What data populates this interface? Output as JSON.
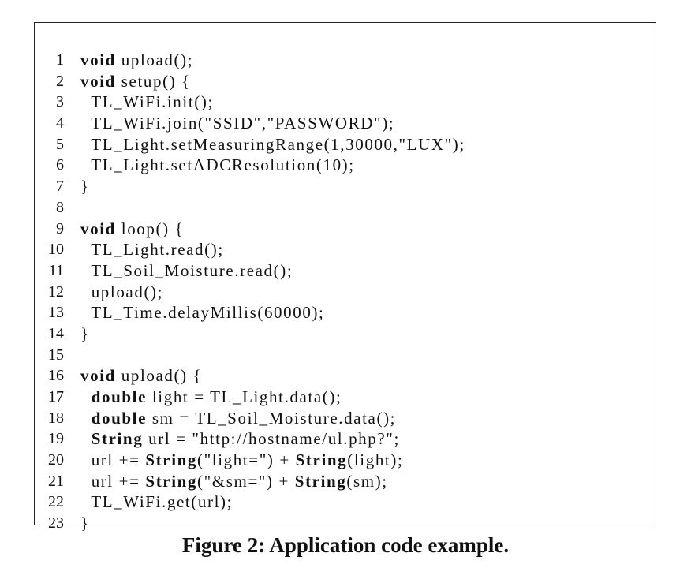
{
  "figure": {
    "caption": "Figure 2: Application code example.",
    "code": [
      {
        "n": "1",
        "tokens": [
          {
            "t": "void",
            "kw": true
          },
          {
            "t": " upload();"
          }
        ]
      },
      {
        "n": "2",
        "tokens": [
          {
            "t": "void",
            "kw": true
          },
          {
            "t": " setup() {"
          }
        ]
      },
      {
        "n": "3",
        "tokens": [
          {
            "t": "  TL_WiFi.init();"
          }
        ]
      },
      {
        "n": "4",
        "tokens": [
          {
            "t": "  TL_WiFi.join(\"SSID\",\"PASSWORD\");"
          }
        ]
      },
      {
        "n": "5",
        "tokens": [
          {
            "t": "  TL_Light.setMeasuringRange(1,30000,\"LUX\");"
          }
        ]
      },
      {
        "n": "6",
        "tokens": [
          {
            "t": "  TL_Light.setADCResolution(10);"
          }
        ]
      },
      {
        "n": "7",
        "tokens": [
          {
            "t": "}"
          }
        ]
      },
      {
        "n": "8",
        "tokens": [
          {
            "t": ""
          }
        ]
      },
      {
        "n": "9",
        "tokens": [
          {
            "t": "void",
            "kw": true
          },
          {
            "t": " loop() {"
          }
        ]
      },
      {
        "n": "10",
        "tokens": [
          {
            "t": "  TL_Light.read();"
          }
        ]
      },
      {
        "n": "11",
        "tokens": [
          {
            "t": "  TL_Soil_Moisture.read();"
          }
        ]
      },
      {
        "n": "12",
        "tokens": [
          {
            "t": "  upload();"
          }
        ]
      },
      {
        "n": "13",
        "tokens": [
          {
            "t": "  TL_Time.delayMillis(60000);"
          }
        ]
      },
      {
        "n": "14",
        "tokens": [
          {
            "t": "}"
          }
        ]
      },
      {
        "n": "15",
        "tokens": [
          {
            "t": ""
          }
        ]
      },
      {
        "n": "16",
        "tokens": [
          {
            "t": "void",
            "kw": true
          },
          {
            "t": " upload() {"
          }
        ]
      },
      {
        "n": "17",
        "tokens": [
          {
            "t": "  "
          },
          {
            "t": "double",
            "kw": true
          },
          {
            "t": " light = TL_Light.data();"
          }
        ]
      },
      {
        "n": "18",
        "tokens": [
          {
            "t": "  "
          },
          {
            "t": "double",
            "kw": true
          },
          {
            "t": " sm = TL_Soil_Moisture.data();"
          }
        ]
      },
      {
        "n": "19",
        "tokens": [
          {
            "t": "  "
          },
          {
            "t": "String",
            "kw": true
          },
          {
            "t": " url = \"http://hostname/ul.php?\";"
          }
        ]
      },
      {
        "n": "20",
        "tokens": [
          {
            "t": "  url += "
          },
          {
            "t": "String",
            "kw": true
          },
          {
            "t": "(\"light=\") + "
          },
          {
            "t": "String",
            "kw": true
          },
          {
            "t": "(light);"
          }
        ]
      },
      {
        "n": "21",
        "tokens": [
          {
            "t": "  url += "
          },
          {
            "t": "String",
            "kw": true
          },
          {
            "t": "(\"&sm=\") + "
          },
          {
            "t": "String",
            "kw": true
          },
          {
            "t": "(sm);"
          }
        ]
      },
      {
        "n": "22",
        "tokens": [
          {
            "t": "  TL_WiFi.get(url);"
          }
        ]
      },
      {
        "n": "23",
        "tokens": [
          {
            "t": "}"
          }
        ]
      }
    ]
  }
}
